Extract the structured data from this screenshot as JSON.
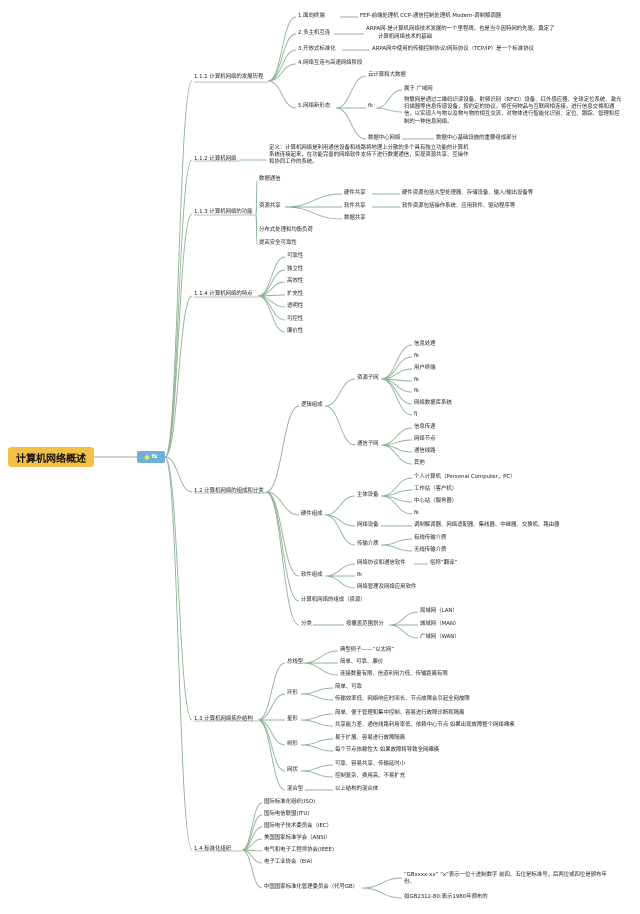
{
  "root": "计算机网络概述",
  "hub": {
    "icon": "lightbulb-icon",
    "label": "fk"
  },
  "s111": {
    "title": "1.1.1 计算机网络的发展历程",
    "e1": "1.面向终端",
    "e1d": "FEP-前端处理机 CCP-通信控制处理机 Modem-调制解调器",
    "e2": "2.多主机互连",
    "e2d1": "ARPA网-是计算机网络技术发展的一个里程碑，也是当今因特网的先驱。奠定了",
    "e2d2": "计算机网络技术的基础",
    "e3": "3.开放式标准化",
    "e3d": "ARPA网中使用的传输控制协议/网际协议（TCP/IP）是一个标准协议",
    "e4": "4.网络互连与高速网络阶段",
    "e5": "5.网络新形态",
    "cloud": "云计算和大数据",
    "fk": "fk",
    "iot": "属于 广域网",
    "iotd": "物联网是通过二维码识读设备、射频识别（RFID）设备、红外感应器、全球定位系统、激光扫描器等信息传感设备，按约定的协议，将任何物品与互联网相连接，进行信息交换和通信，以实现人与物以及物与物的相互交流，对物体进行智能化识别、定位、跟踪、管理和控制的一种信息网络。",
    "dc": "数据中心网络",
    "dcd": "数据中心基础设施的重要组成部分"
  },
  "s112": {
    "title": "1.1.2 计算机网络",
    "def": "定义：计算机网络是利用通信设备和线路将地理上分散的多个具有独立功能的计算机系统连接起来，在功能完善的网络软件支持下进行数据通信，实现资源共享、互操作和协同工作的系统。"
  },
  "s113": {
    "title": "1.1.3 计算机网络的功能",
    "comm": "数据通信",
    "share": "资源共享",
    "hw": "硬件共享",
    "hwd": "硬件资源包括大型处理器、存储设备、输入/输出设备等",
    "sw": "软件共享",
    "swd": "软件资源包括操作系统、应用软件、驱动程序等",
    "ds": "数据共享",
    "dist": "分布式处理和均衡负荷",
    "rel": "提高安全可靠性"
  },
  "s114": {
    "title": "1.1.4 计算机网络的特点",
    "items": [
      "可靠性",
      "独立性",
      "高效性",
      "扩充性",
      "透明性",
      "可控性",
      "廉价性"
    ]
  },
  "s12": {
    "title": "1.2 计算机网络的组成和分类",
    "logic": "逻辑组成",
    "res": "资源子网",
    "resItems": [
      "信息处理",
      "fk",
      "用户终端",
      "fk",
      "fk",
      "网络数据库系统",
      "fj"
    ],
    "comsub": "通信子网",
    "comItems": [
      "信息传递",
      "网络节点",
      "通信线路",
      "其他"
    ],
    "hwc": "硬件组成",
    "host": "主体设备",
    "hostItems": [
      "个人计算机（Personal Computer，PC）",
      "工作站（客户机）",
      "中心站（服务器）",
      "fk"
    ],
    "netdev": "网络设备",
    "netdevd": "调制解调器、网络适配器、集线器、中继器、交换机、路由器",
    "media": "传输介质",
    "wired": "有线传输介质",
    "wireless": "无线传输介质",
    "swc": "软件组成",
    "proto": "网络协议和通信软件",
    "protod": "俗称“翻译”",
    "fk": "fk",
    "mgmt": "网络管理及网络应用软件",
    "cls": "计算机网络的组成（资源）",
    "cat": "分类",
    "bycov": "按覆盖范围划分",
    "lan": "局域网（LAN）",
    "man": "城域网（MAN）",
    "wan": "广域网（WAN）"
  },
  "s13": {
    "title": "1.3 计算机网络拓扑结构",
    "bus": "总线型",
    "busItems": [
      "典型例子——“以太网”",
      "简单、可靠、廉价",
      "连接数量有限、信道利用力低、传输距离有限"
    ],
    "ring": "环形",
    "ringItems": [
      "简单、可靠",
      "传输效率低、网络响应时间长、节点故障会引起全网故障"
    ],
    "star": "星形",
    "starItems": [
      "简单、便于管理和集中控制、容易进行故障诊断和隔离",
      "共享能力差、通信线路利用率低、依赖中心节点 如果出现故障整个网络瘫痪"
    ],
    "tree": "树形",
    "treeItems": [
      "易于扩展、容易进行故障隔离",
      "每个节点依赖性大 如果故障将导致全网瘫痪"
    ],
    "mesh": "网状",
    "meshItems": [
      "可靠、容易共享、传输延时小",
      "控制复杂、费用高、不易扩充"
    ],
    "hybrid": "混合型",
    "hybridd": "以上结构的混合体"
  },
  "s14": {
    "title": "1.4 标准化组织",
    "items": [
      "国际标准化组织(ISO)",
      "国际电信联盟(ITU)",
      "国际电子技术委员会（IEC）",
      "美国国家标准学会（ANSI）",
      "电气和电子工程师协会(IEEE)",
      "电子工业协会（EIA）"
    ],
    "gb": "中国国家标准化管理委员会（代号GB）",
    "gbd1": "“GBxxxx-xx” “x”表示一位十进制数字 前四、五位是标准号，后两位或四位是颁布年份。",
    "gbd2": "如GB2312-80:表示1980年颁布的"
  },
  "colors": {
    "line": "#8cb394",
    "root": "#f3c047",
    "hub": "#6fb1d6"
  }
}
